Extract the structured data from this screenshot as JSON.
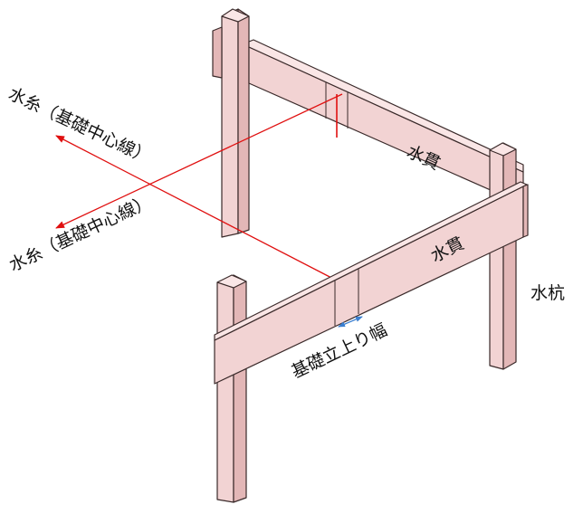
{
  "labels": {
    "mizuito_top": "水糸（基礎中心線）",
    "mizuito_bottom": "水糸（基礎中心線）",
    "nuki_back": "水貫",
    "nuki_front": "水貫",
    "kui": "水杭",
    "width": "基礎立上り幅"
  },
  "colors": {
    "string_line": "#e01010",
    "width_arrow": "#3b7fd0",
    "wood_face": "#f2d3d3",
    "wood_side": "#e3b7b7",
    "outline": "#3a2a2a"
  }
}
